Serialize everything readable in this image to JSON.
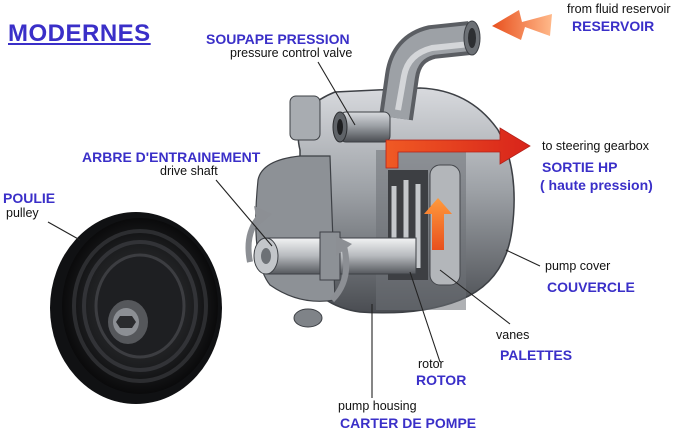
{
  "title": "MODERNES",
  "labels": {
    "soupape_fr": "SOUPAPE PRESSION",
    "soupape_en": "pressure control valve",
    "reservoir_en": "from fluid reservoir",
    "reservoir_fr": "RESERVOIR",
    "gearbox_en": "to steering gearbox",
    "sortie_fr": "SORTIE HP",
    "sortie_fr2": "( haute pression)",
    "arbre_fr": "ARBRE D'ENTRAINEMENT",
    "arbre_en": "drive shaft",
    "poulie_fr": "POULIE",
    "poulie_en": "pulley",
    "cover_en": "pump cover",
    "cover_fr": "COUVERCLE",
    "vanes_en": "vanes",
    "vanes_fr": "PALETTES",
    "rotor_en": "rotor",
    "rotor_fr": "ROTOR",
    "housing_en": "pump housing",
    "housing_fr": "CARTER DE POMPE"
  },
  "colors": {
    "label_fr": "#3a2fc8",
    "label_en": "#111111",
    "flow_arrow": "#e8501e",
    "metal": "#9a9ea3"
  }
}
